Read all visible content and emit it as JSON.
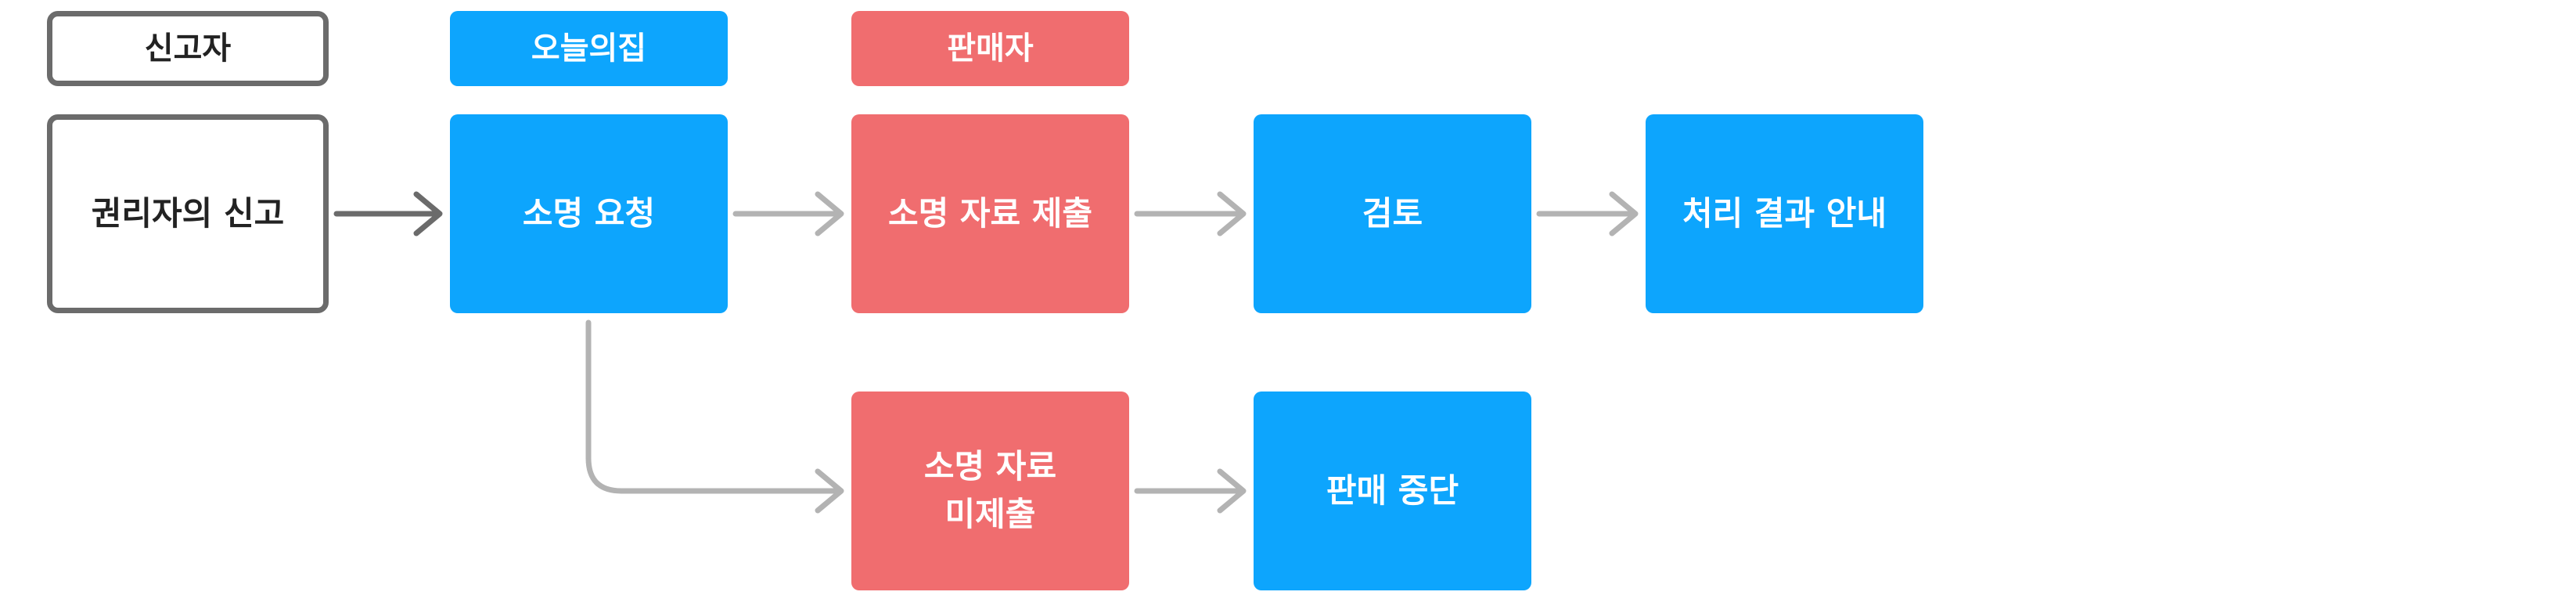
{
  "headers": {
    "reporter": "신고자",
    "ohouse": "오늘의집",
    "seller": "판매자"
  },
  "nodes": {
    "rights_holder_report": "권리자의 신고",
    "explanation_request": "소명 요청",
    "submit_materials": "소명 자료 제출",
    "review": "검토",
    "result_notice": "처리 결과 안내",
    "materials_not_submitted_line1": "소명 자료",
    "materials_not_submitted_line2": "미제출",
    "sales_suspended": "판매 중단"
  },
  "colors": {
    "platform_blue": "#0da5fd",
    "seller_red": "#f06d6f",
    "reporter_outline": "#6b6b6b",
    "arrow_dark": "#6b6b6b",
    "arrow_light": "#b3b3b3"
  }
}
